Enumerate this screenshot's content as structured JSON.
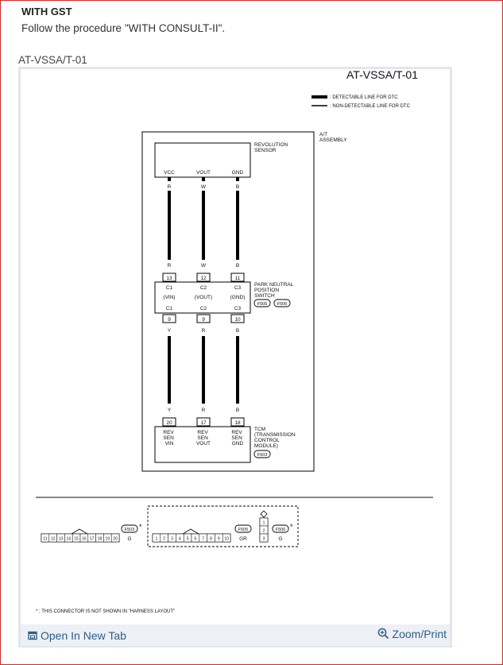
{
  "header": {
    "title": "WITH GST",
    "instruction": "Follow the procedure \"WITH CONSULT-II\"."
  },
  "figure": {
    "caption": "AT-VSSA/T-01",
    "diagram_id": "AT-VSSA/T-01",
    "legend": {
      "detectable": ": DETECTABLE LINE FOR DTC",
      "non_detectable": ": NON-DETECTABLE LINE FOR DTC"
    },
    "assembly_label": [
      "A/T",
      "ASSEMBLY"
    ],
    "revolution_sensor": {
      "label": [
        "REVOLUTION",
        "SENSOR"
      ],
      "pins": [
        "VCC",
        "VOUT",
        "GND"
      ]
    },
    "wire_colors_top": [
      "R",
      "W",
      "B"
    ],
    "wire_colors_mid": [
      "R",
      "W",
      "B"
    ],
    "pnp_switch": {
      "label": [
        "PARK NEUTRAL",
        "POSITION",
        "SWITCH"
      ],
      "connectors": [
        "F505",
        "F506"
      ],
      "pin_numbers_top": [
        "13",
        "12",
        "11"
      ],
      "terminals_upper": [
        "C1",
        "C2",
        "C3"
      ],
      "signals": [
        "(VIN)",
        "(VOUT)",
        "(GND)"
      ],
      "terminals_lower": [
        "C1",
        "C2",
        "C3"
      ],
      "pin_numbers_bottom": [
        "9",
        "9",
        "10"
      ]
    },
    "wire_colors_lower": [
      "Y",
      "R",
      "B"
    ],
    "wire_colors_tcm": [
      "Y",
      "R",
      "B"
    ],
    "tcm": {
      "label": [
        "TCM",
        "(TRANSMISSION",
        "CONTROL",
        "MODULE)"
      ],
      "connector": "F503",
      "pin_numbers": [
        "20",
        "17",
        "18"
      ],
      "pins": [
        [
          "REV",
          "SEN",
          "VIN"
        ],
        [
          "REV",
          "SEN",
          "VOUT"
        ],
        [
          "REV",
          "SEN",
          "GND"
        ]
      ]
    },
    "connector_views": {
      "f503": {
        "pins": [
          "11",
          "12",
          "13",
          "14",
          "15",
          "16",
          "17",
          "18",
          "19",
          "20"
        ],
        "id": "F503",
        "color": "G",
        "star": "*"
      },
      "f505": {
        "pins": [
          "1",
          "2",
          "3",
          "4",
          "5",
          "6",
          "7",
          "8",
          "9",
          "10"
        ],
        "id": "F505",
        "color": "GR"
      },
      "f506": {
        "pins": [
          "1",
          "2",
          "3"
        ],
        "id": "F506",
        "color": "G",
        "star": "*"
      }
    },
    "footnote": "* : THIS CONNECTOR IS NOT SHOWN IN \"HARNESS LAYOUT\""
  },
  "footer": {
    "open_tab": "Open In New Tab",
    "zoom_print": "Zoom/Print"
  },
  "colors": {
    "link": "#2f5e86",
    "frame": "#cc2b2b",
    "footer_bg": "#edf0f5"
  }
}
